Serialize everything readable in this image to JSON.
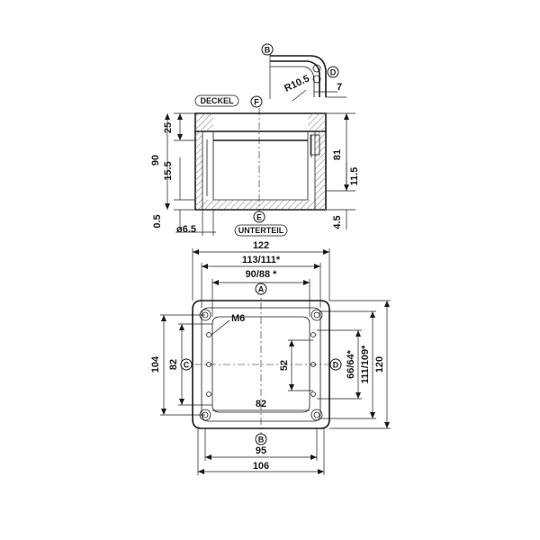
{
  "labels": {
    "deckel": "DECKEL",
    "unterteil": "UNTERTEIL",
    "m6": "M6",
    "radius": "R10.5",
    "phi": "ø6.5"
  },
  "markers": {
    "a": "A",
    "b": "B",
    "c": "C",
    "d": "D",
    "e": "E",
    "f": "F"
  },
  "side_dims": {
    "d25": "25",
    "d90": "90",
    "d15_5": "15.5",
    "d0_5": "0.5",
    "d81": "81",
    "d11_5": "11.5",
    "d4_5": "4.5",
    "d7": "7"
  },
  "plan_dims": {
    "w122": "122",
    "w113": "113/111*",
    "w90": "90/88 *",
    "w82": "82",
    "w95": "95",
    "w106": "106",
    "h104": "104",
    "h82": "82",
    "h52": "52",
    "h66": "66/64*",
    "h111": "111/109*",
    "h120": "120"
  },
  "colors": {
    "line": "#1a1a1a",
    "hatch": "#8a8a8a",
    "background": "#ffffff"
  }
}
